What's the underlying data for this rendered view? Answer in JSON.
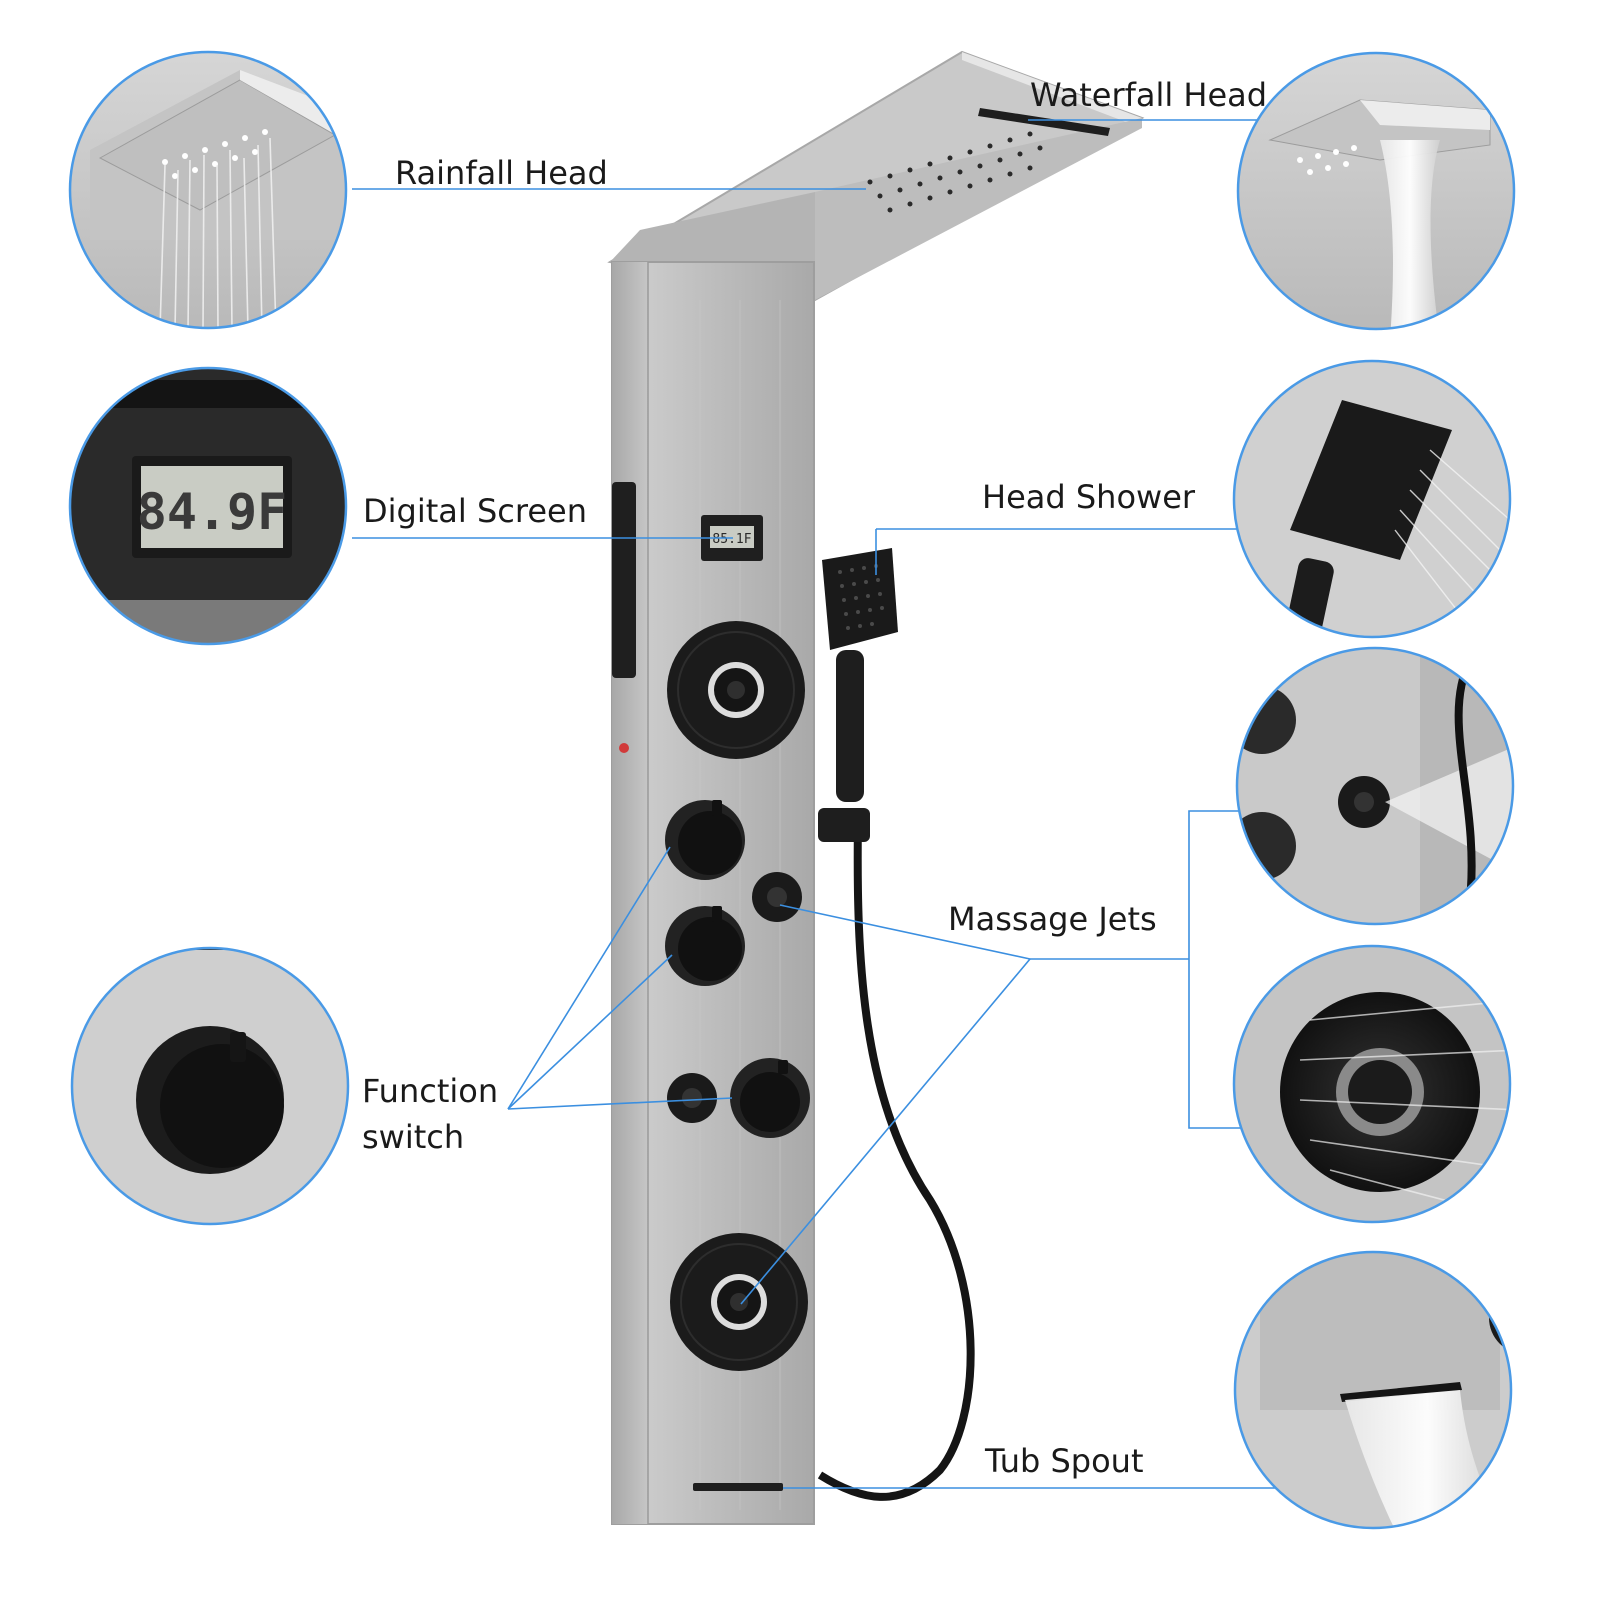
{
  "labels": {
    "waterfall_head": "Waterfall Head",
    "rainfall_head": "Rainfall Head",
    "digital_screen": "Digital Screen",
    "head_shower": "Head Shower",
    "massage_jets": "Massage Jets",
    "function_switch_line1": "Function",
    "function_switch_line2": "switch",
    "tub_spout": "Tub Spout"
  },
  "display": {
    "panel_temperature": "85.1F",
    "zoom_temperature": "84.9F"
  },
  "colors": {
    "callout_line": "#3b8fe0",
    "circle_border": "#4a9ae6",
    "panel_steel": "#b9b9b9",
    "fixture_black": "#1e1e1e",
    "lcd": "#c9ccc4"
  },
  "icons": [
    "rainfall-head-icon",
    "waterfall-head-icon",
    "digital-screen-icon",
    "hand-shower-icon",
    "massage-jet-icon",
    "function-knob-icon",
    "tub-spout-icon"
  ]
}
